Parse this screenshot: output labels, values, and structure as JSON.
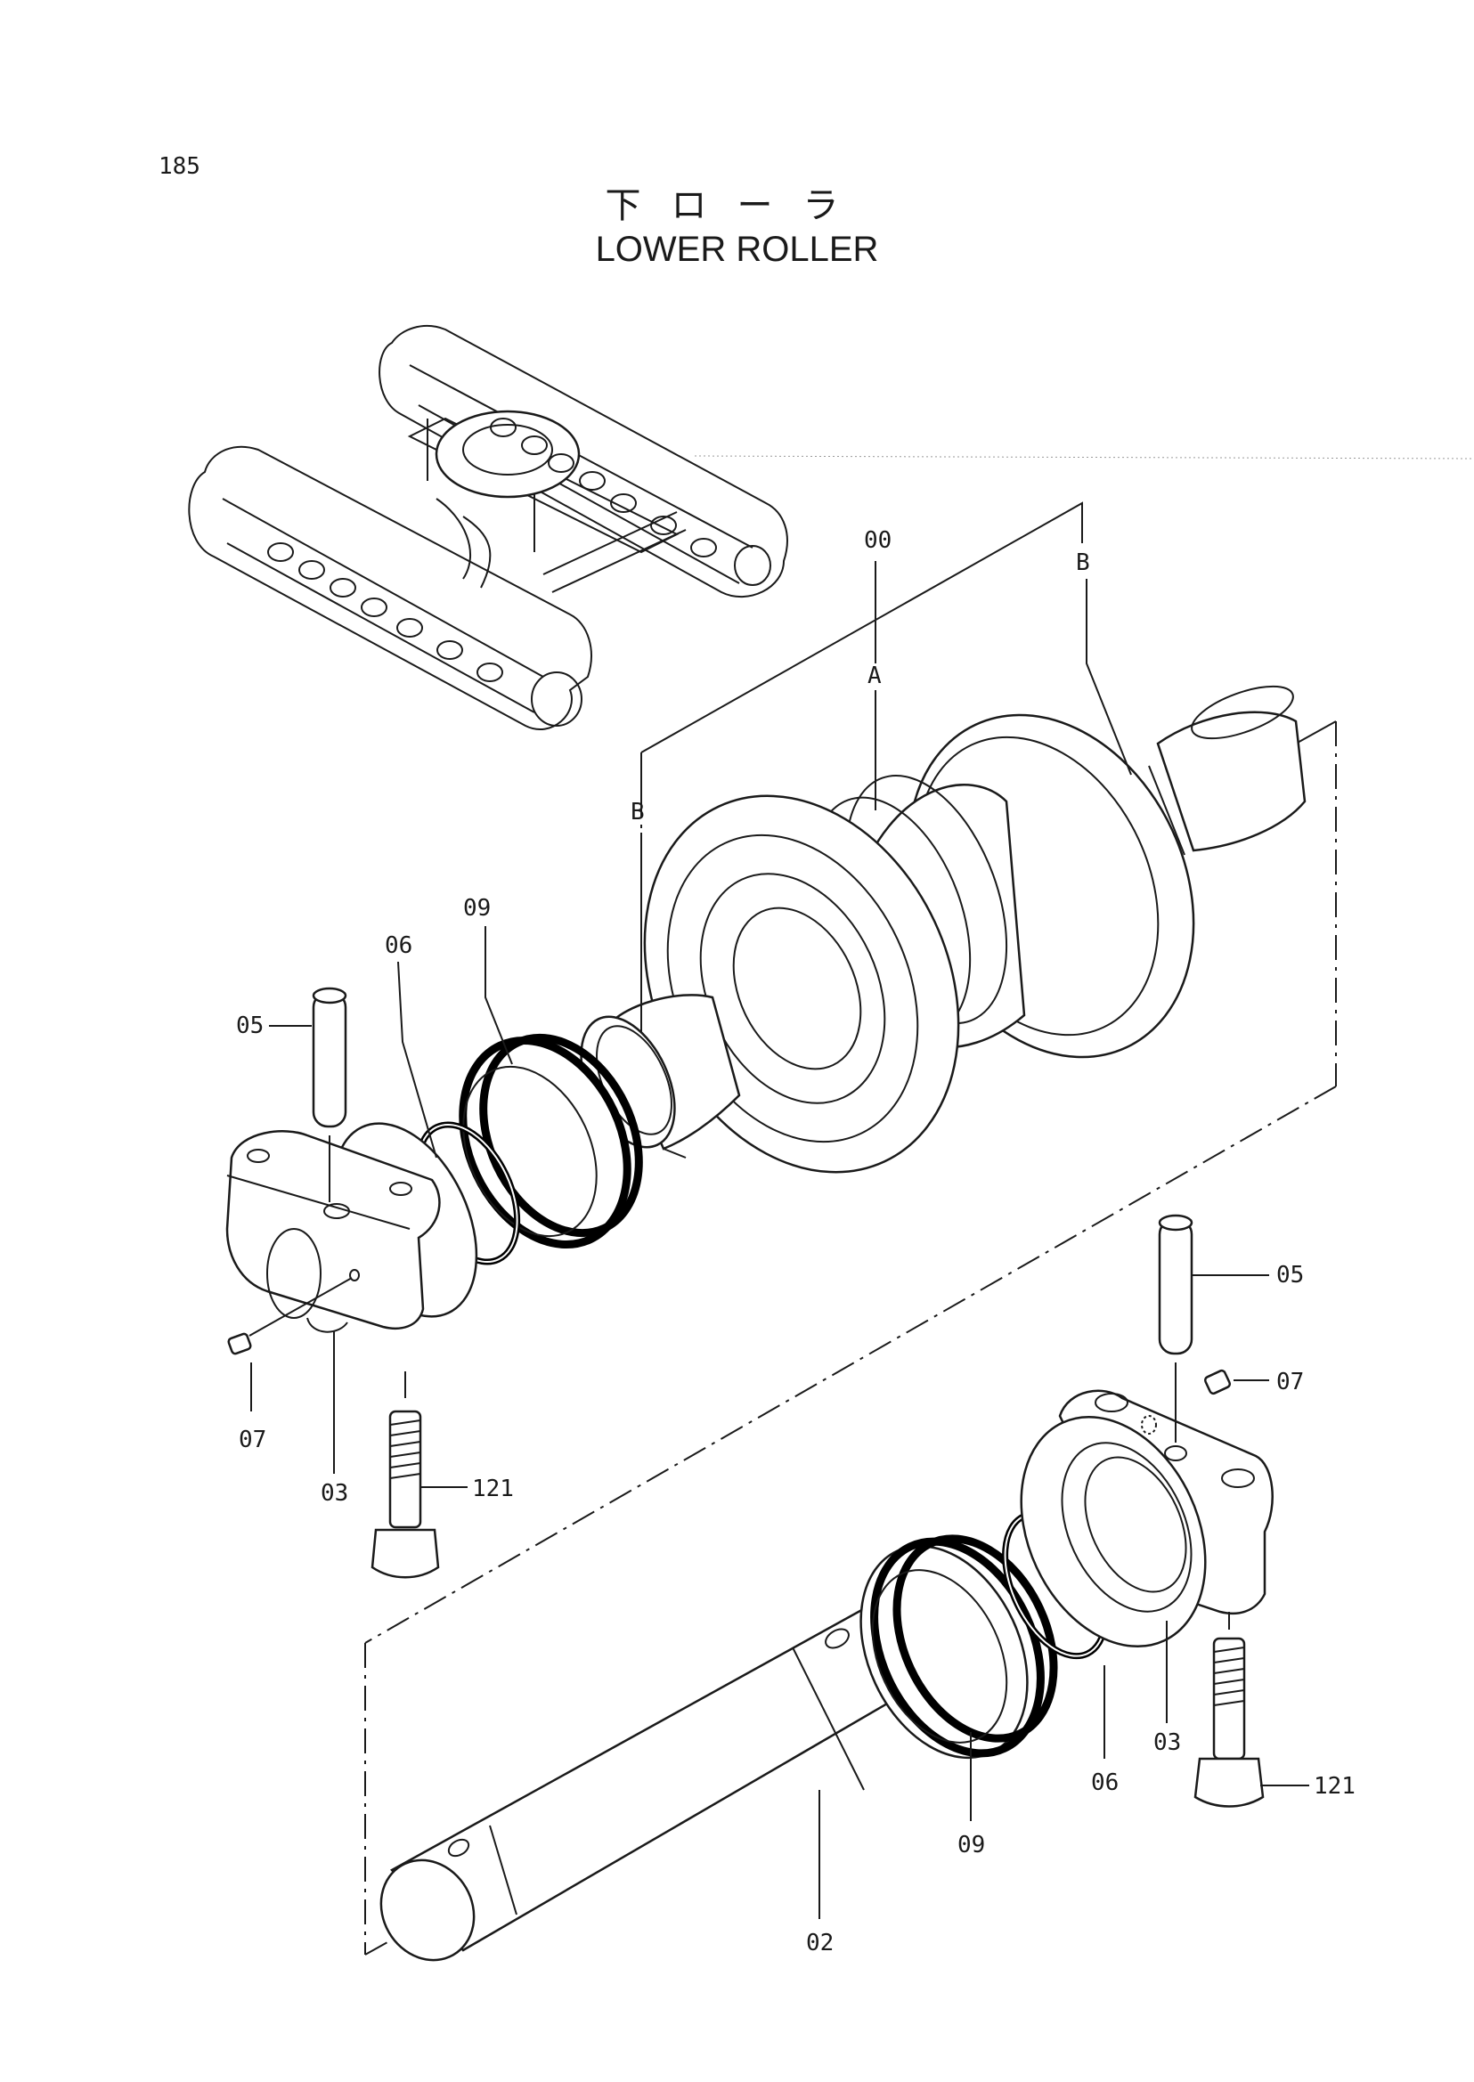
{
  "page_number": "185",
  "title_jp": "下ローラ",
  "title_en": "LOWER ROLLER",
  "labels": {
    "assembly": "00",
    "section_a": "A",
    "section_b_top": "B",
    "section_b_left": "B",
    "shaft": "02",
    "collar_left": "03",
    "collar_right": "03",
    "pin_left": "05",
    "pin_right": "05",
    "oring_left": "06",
    "oring_right": "06",
    "plug_left": "07",
    "plug_right": "07",
    "seal_left": "09",
    "seal_right": "09",
    "bolt_left": "121",
    "bolt_right": "121"
  }
}
